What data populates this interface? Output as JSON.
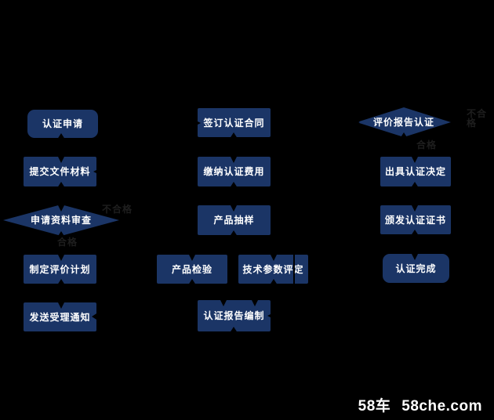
{
  "flowchart": {
    "nodes": [
      {
        "id": "apply",
        "label": "认证申请",
        "shape": "rounded"
      },
      {
        "id": "submit-docs",
        "label": "提交文件材料",
        "shape": "rect"
      },
      {
        "id": "review",
        "label": "申请资料审查",
        "shape": "diamond"
      },
      {
        "id": "plan",
        "label": "制定评价计划",
        "shape": "rect"
      },
      {
        "id": "notice",
        "label": "发送受理通知",
        "shape": "rect"
      },
      {
        "id": "contract",
        "label": "签订认证合同",
        "shape": "rect"
      },
      {
        "id": "fee",
        "label": "缴纳认证费用",
        "shape": "rect"
      },
      {
        "id": "sampling",
        "label": "产品抽样",
        "shape": "rect"
      },
      {
        "id": "inspection",
        "label": "产品检验",
        "shape": "rect"
      },
      {
        "id": "tech-eval",
        "label": "技术参数评定",
        "shape": "rect"
      },
      {
        "id": "report",
        "label": "认证报告编制",
        "shape": "rect"
      },
      {
        "id": "report-cert",
        "label": "评价报告认证",
        "shape": "diamond"
      },
      {
        "id": "decision",
        "label": "出具认证决定",
        "shape": "rect"
      },
      {
        "id": "certificate",
        "label": "颁发认证证书",
        "shape": "rect"
      },
      {
        "id": "complete",
        "label": "认证完成",
        "shape": "rounded"
      }
    ],
    "edge_labels": [
      {
        "id": "review-fail",
        "text": "不合格"
      },
      {
        "id": "review-pass",
        "text": "合格"
      },
      {
        "id": "report-fail",
        "text": "不合格"
      },
      {
        "id": "report-pass",
        "text": "合格"
      }
    ],
    "colors": {
      "background": "#000000",
      "node_fill": "#1b3566",
      "node_text": "#ffffff",
      "edge": "#000000",
      "edge_label_text": "#1e1e1e"
    }
  },
  "footer": {
    "brand": "58车",
    "site": "58che.com"
  }
}
